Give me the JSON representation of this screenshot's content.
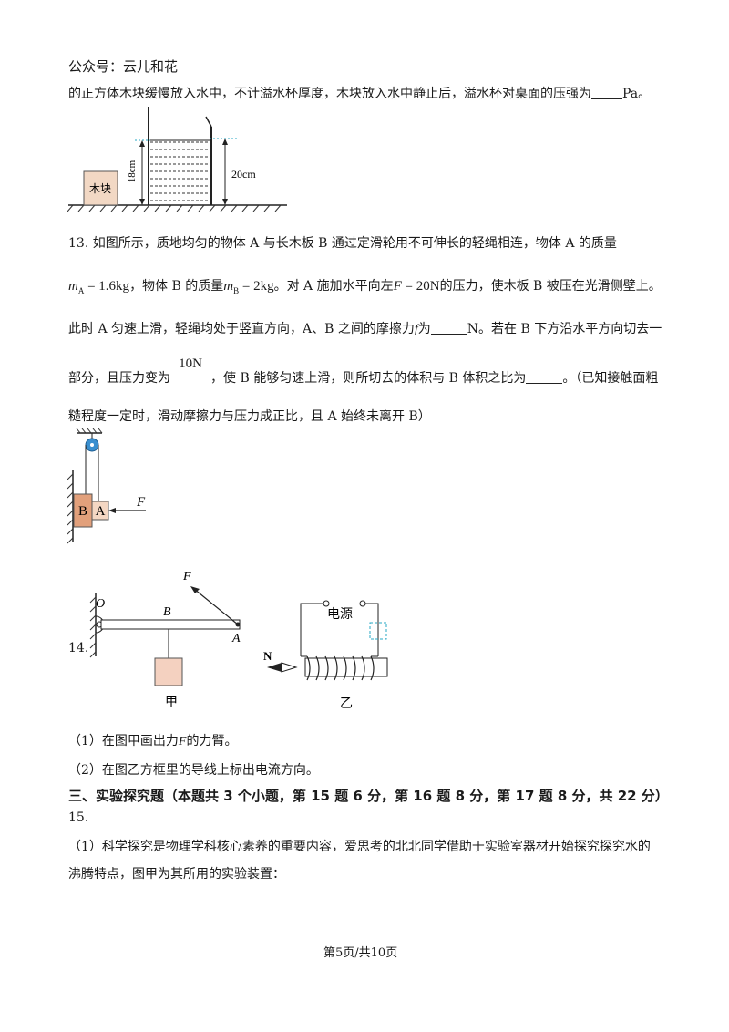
{
  "header": {
    "wechat": "公众号：云儿和花"
  },
  "q12": {
    "line_a": "的正方体木块缓慢放入水中，不计溢水杯厚度，木块放入水中静止后，溢水杯对桌面的压强为",
    "line_b": "Pa。",
    "figure": {
      "block_label": "木块",
      "h1_label": "18cm",
      "h2_label": "20cm"
    }
  },
  "q13": {
    "line1": "13. 如图所示，质地均匀的物体 A 与长木板 B 通过定滑轮用不可伸长的轻绳相连，物体 A 的质量",
    "mA_sym": "m",
    "mA_sub": "A",
    "mA_val": " = 1.6kg",
    "line2_mid": "，物体 B 的质量",
    "mB_sym": "m",
    "mB_sub": "B",
    "mB_val": " = 2kg",
    "line2_mid2": "。对 A 施加水平向左",
    "F_sym": "F",
    "F_val": " = 20N",
    "line2_end": "的压力，使木板 B 被压在光滑侧壁上。",
    "line3_a": "此时 A 匀速上滑，轻绳均处于竖直方向，A、B 之间的摩擦力",
    "line3_f": "f",
    "line3_b": "为",
    "line3_c": "N。若在 B 下方沿水平方向切去一",
    "line4_a": "部分，且压力变为",
    "line4_val": "10N",
    "line4_b": "，使 B 能够匀速上滑，则所切去的体积与 B 体积之比为",
    "line4_c": "。（已知接触面粗",
    "line5": "糙程度一定时，滑动摩擦力与压力成正比，且 A 始终未离开 B）",
    "figure": {
      "b_label": "B",
      "a_label": "A",
      "f_label": "F"
    }
  },
  "q14": {
    "number": "14.",
    "fig_jia": {
      "o": "O",
      "b": "B",
      "a": "A",
      "f": "F",
      "caption": "甲"
    },
    "fig_yi": {
      "power": "电源",
      "n": "N",
      "caption": "乙"
    },
    "sub1_a": "（1）在图甲画出力",
    "sub1_f": "F",
    "sub1_b": "的力臂。",
    "sub2": "（2）在图乙方框里的导线上标出电流方向。"
  },
  "section3": {
    "title": "三、实验探究题（本题共 3 个小题，第 15 题 6 分，第 16 题 8 分，第 17 题 8 分，共 22 分）"
  },
  "q15": {
    "number": "15.",
    "line1": "（1）科学探究是物理学科核心素养的重要内容，爱思考的北北同学借助于实验室器材开始探究探究水的",
    "line2": "沸腾特点，图甲为其所用的实验装置："
  },
  "footer": {
    "page": "第5页/共10页"
  }
}
